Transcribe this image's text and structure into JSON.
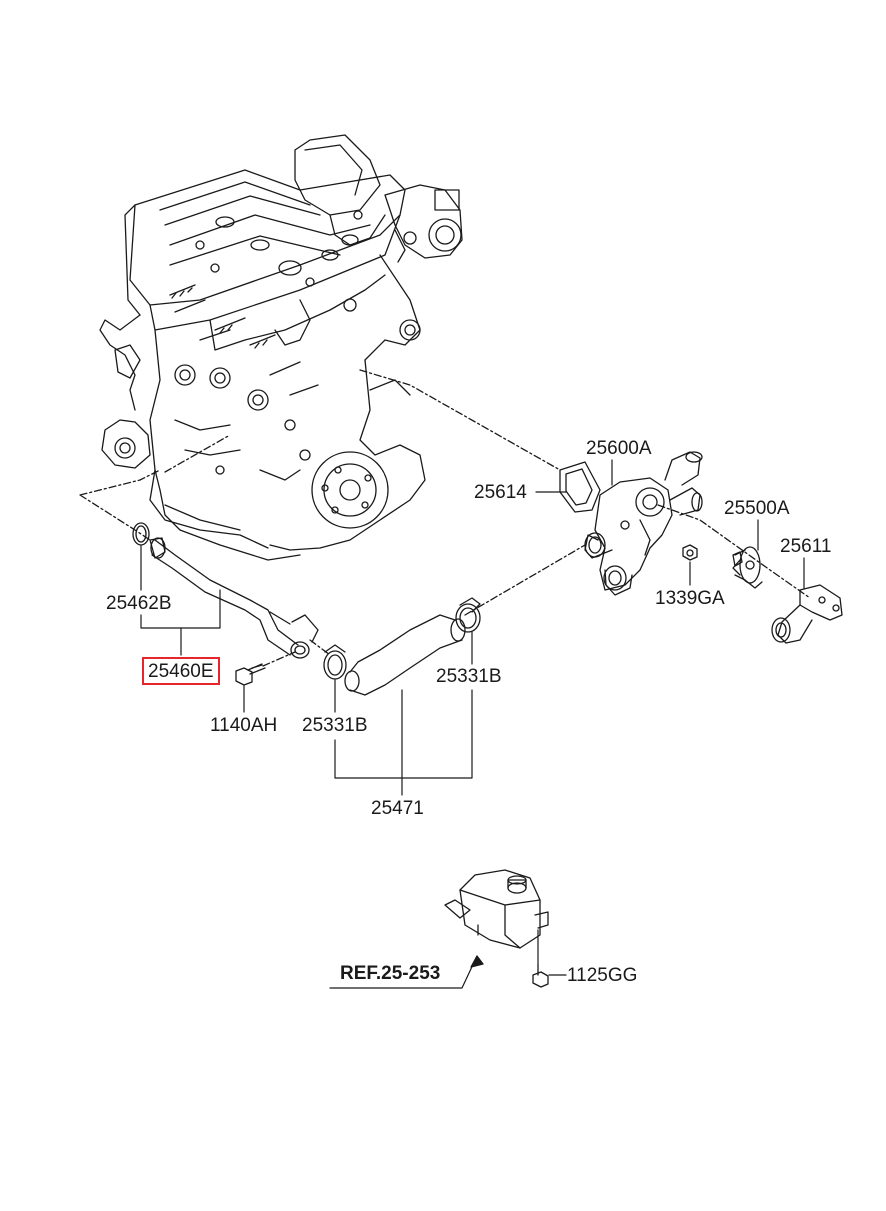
{
  "diagram": {
    "highlight_color": "#e8242c",
    "line_color": "#1a1a1a",
    "parts": {
      "p25600A": "25600A",
      "p25614": "25614",
      "p25500A": "25500A",
      "p25611": "25611",
      "p1339GA": "1339GA",
      "p25462B": "25462B",
      "p25460E": "25460E",
      "p25331B_right": "25331B",
      "p1140AH": "1140AH",
      "p25331B_left": "25331B",
      "p25471": "25471",
      "ref": "REF.25-253",
      "p1125GG": "1125GG"
    },
    "highlighted_part": "25460E"
  }
}
